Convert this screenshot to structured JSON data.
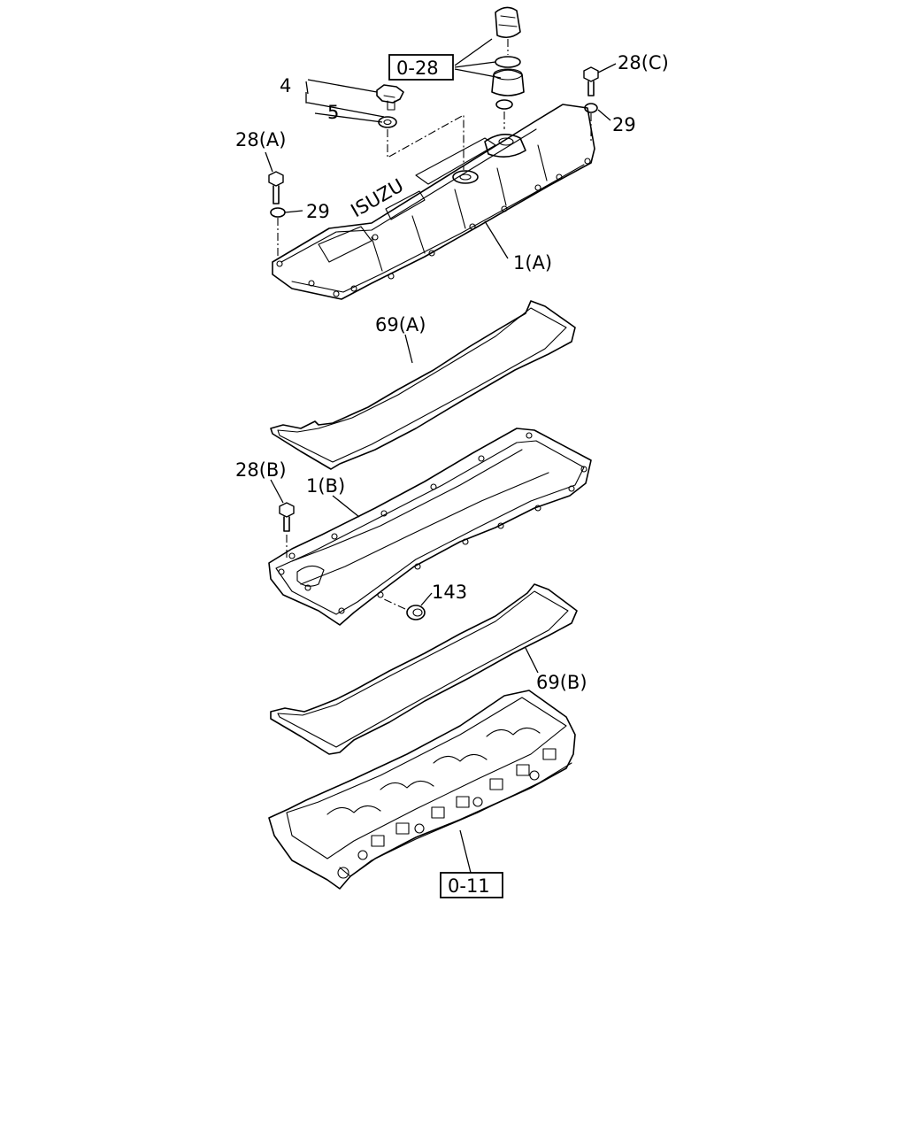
{
  "diagram": {
    "callouts": {
      "p4": "4",
      "p5": "5",
      "p28a": "28(A)",
      "p28b": "28(B)",
      "p28c": "28(C)",
      "p29_left": "29",
      "p29_right": "29",
      "p1a": "1(A)",
      "p1b": "1(B)",
      "p69a": "69(A)",
      "p69b": "69(B)",
      "p143": "143"
    },
    "refs": {
      "ref_028": "0-28",
      "ref_011": "0-11"
    },
    "emboss": "ISUZU"
  }
}
